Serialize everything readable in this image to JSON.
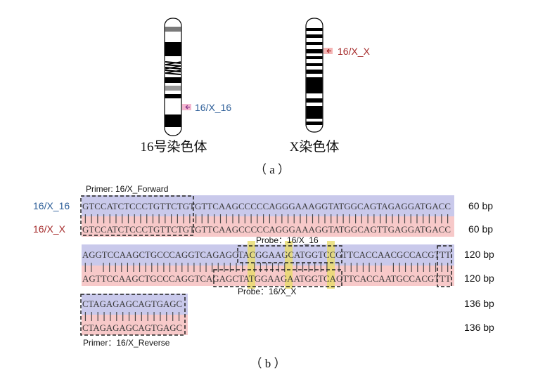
{
  "panel_a": {
    "chrom16_caption": "16号染色体",
    "chromX_caption": "X染色体",
    "marker16_label": "16/X_16",
    "markerX_label": "16/X_X",
    "panel_label": "（ a ）",
    "colors": {
      "label16": "#2e5f99",
      "labelX": "#a52a2a"
    }
  },
  "panel_b": {
    "panel_label": "（ b ）",
    "primer_forward_label": "Primer: 16/X_Forward",
    "primer_reverse_label": "Primer：16/X_Reverse",
    "probe16_label": "Probe：16/X_16",
    "probeX_label": "Probe：16/X_X",
    "row_label_16": "16/X_16",
    "row_label_X": "16/X_X",
    "blocks": [
      {
        "seq16": "GTCCATCTCCCTGTTCTGTGTTCAAGCCCCCAGGGAAAGGTATGGCAGTAGAGGATGACC",
        "seqX": "GTCCATCTCCCTGTTCTGTGTTCAAGCCCCCAGGGAAAGGTATGGCAGTTGAGGATGACC",
        "bp16": "60 bp",
        "bpX": "60 bp"
      },
      {
        "seq16": "AGGTCCAAGCTGCCCAGGTCAGAGCTACGGAAGCATGGTCCGTTCACCAACGCCACGTTT",
        "seqX": "AGTTCCAAGCTGCCCAGGTCAGAGCTATGGAAGAATGGTCAGTTCACCAATGCCACGTTT",
        "bp16": "120 bp",
        "bpX": "120 bp"
      },
      {
        "seq16": "CTAGAGAGCAGTGAGC",
        "seqX": "CTAGAGAGCAGTGAGC",
        "bp16": "136 bp",
        "bpX": "136 bp"
      }
    ],
    "colors": {
      "row16_bg": "#c9c9eb",
      "rowX_bg": "#f7c9c9",
      "highlight": "#e8dc6a"
    }
  }
}
